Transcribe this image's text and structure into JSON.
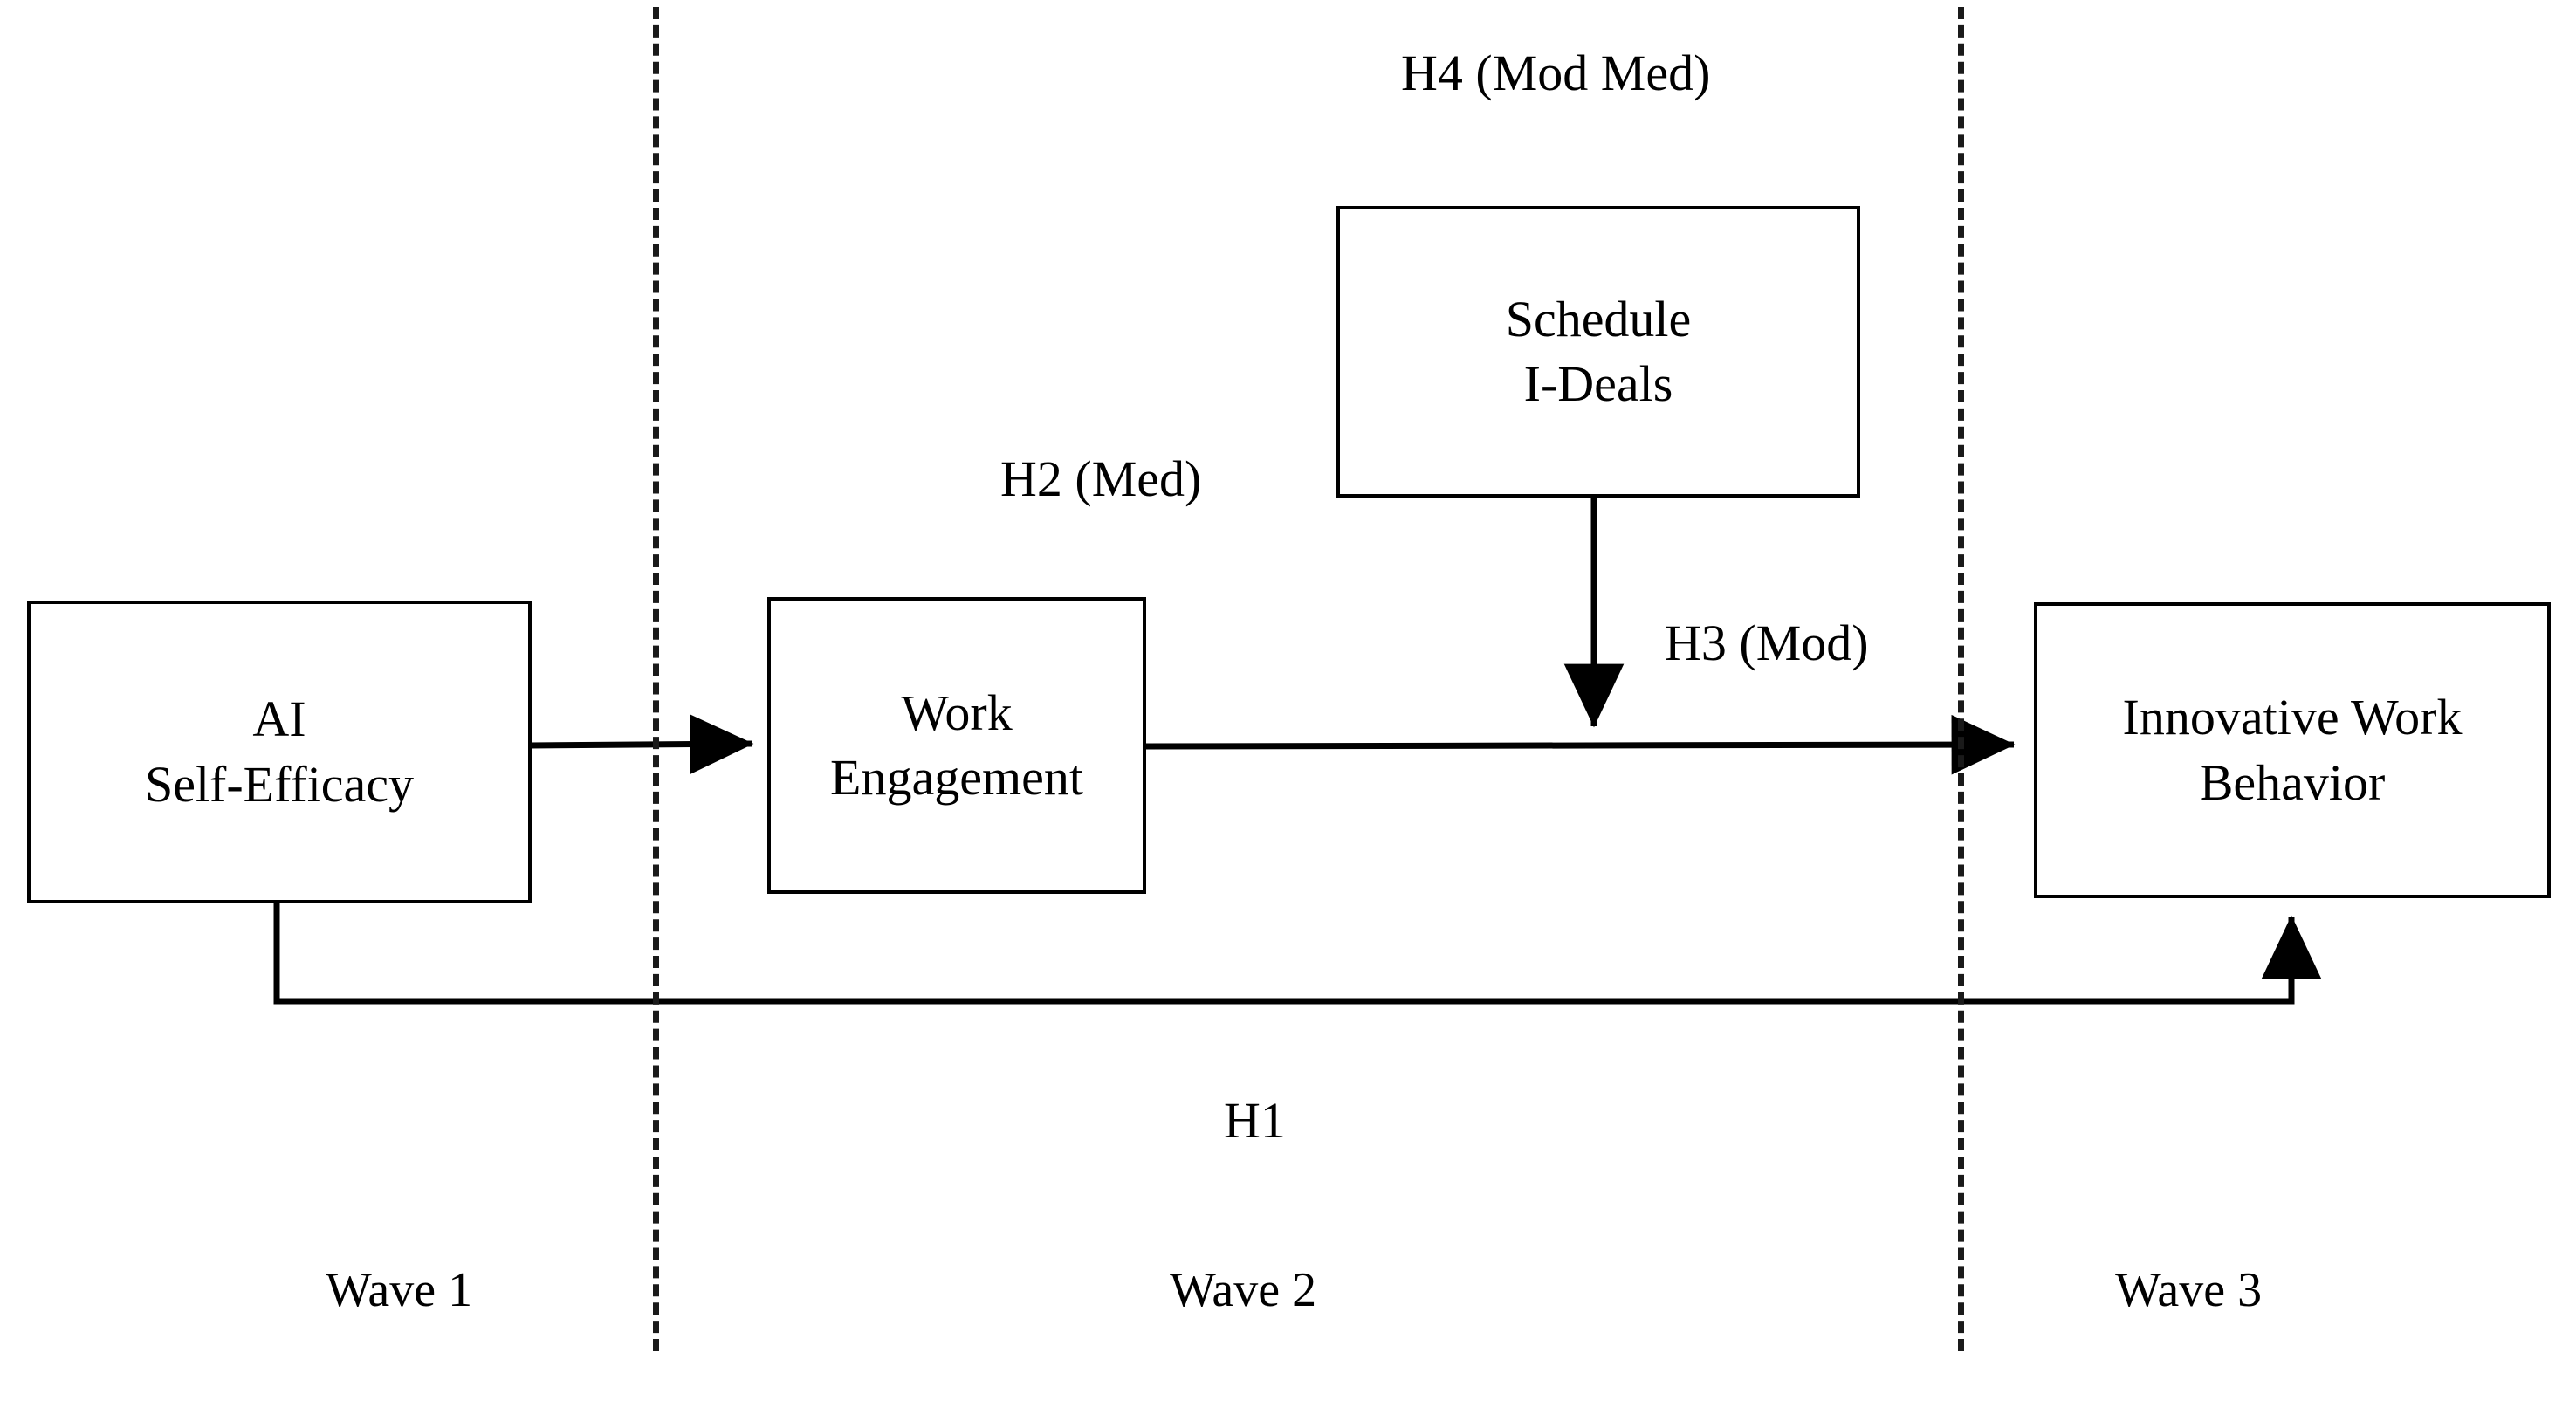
{
  "figure": {
    "type": "research-model-path-diagram",
    "background_color": "#ffffff",
    "line_color": "#000000"
  },
  "nodes": [
    {
      "id": "ai-self-efficacy",
      "lines": [
        "AI",
        "Self-Efficacy"
      ],
      "line1": "AI",
      "line2": "Self-Efficacy",
      "wave": "Wave 1"
    },
    {
      "id": "work-engagement",
      "lines": [
        "Work",
        "Engagement"
      ],
      "line1": "Work",
      "line2": "Engagement",
      "wave": "Wave 2"
    },
    {
      "id": "schedule-i-deals",
      "lines": [
        "Schedule",
        "I-Deals"
      ],
      "line1": "Schedule",
      "line2": "I-Deals",
      "wave": "Wave 2"
    },
    {
      "id": "innovative-work-behavior",
      "lines": [
        "Innovative Work",
        "Behavior"
      ],
      "line1": "Innovative Work",
      "line2": "Behavior",
      "wave": "Wave 3"
    }
  ],
  "hypotheses": [
    {
      "id": "h1",
      "label": "H1",
      "from": "ai-self-efficacy",
      "to": "innovative-work-behavior",
      "kind": "direct"
    },
    {
      "id": "h2",
      "label": "H2 (Med)",
      "from": "ai-self-efficacy",
      "to": "innovative-work-behavior",
      "via": "work-engagement",
      "kind": "mediation"
    },
    {
      "id": "h3",
      "label": "H3 (Mod)",
      "from": "schedule-i-deals",
      "to": "work-engagement-to-innovative-work-behavior",
      "kind": "moderation"
    },
    {
      "id": "h4",
      "label": "H4 (Mod Med)",
      "from": "schedule-i-deals",
      "to": "indirect-effect",
      "kind": "moderated-mediation"
    }
  ],
  "waves": [
    {
      "id": "wave-1",
      "label": "Wave 1"
    },
    {
      "id": "wave-2",
      "label": "Wave 2"
    },
    {
      "id": "wave-3",
      "label": "Wave 3"
    }
  ],
  "dividers": [
    {
      "id": "divider-wave1-wave2",
      "style": "dashed"
    },
    {
      "id": "divider-wave2-wave3",
      "style": "dashed"
    }
  ]
}
